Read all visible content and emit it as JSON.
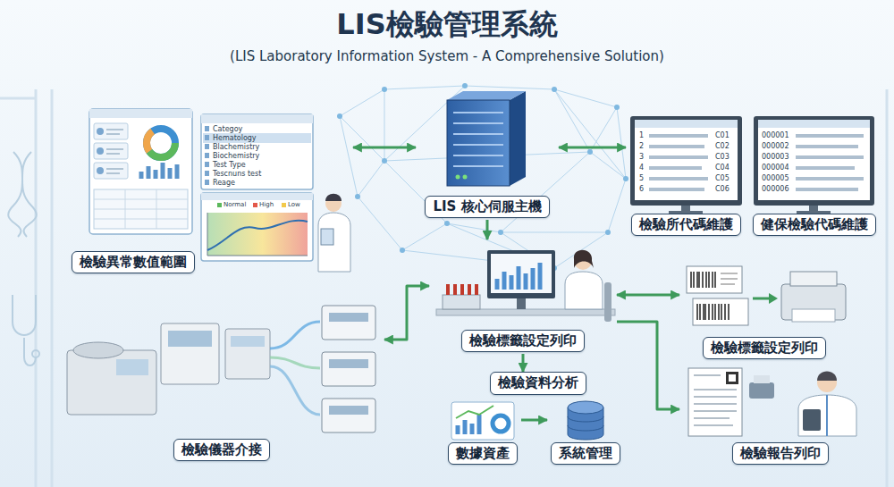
{
  "diagram": {
    "title": "LIS檢驗管理系統",
    "caption": "(LIS Laboratory Information System - A Comprehensive Solution)",
    "nodes": [
      {
        "text": [
          "檢驗異常數值範圍"
        ]
      },
      {
        "text": [
          "LIS 核心伺服主機"
        ]
      },
      {
        "text": [
          "檢驗所代碼維護"
        ]
      },
      {
        "text": [
          "健保檢驗代碼維護"
        ]
      },
      {
        "text": [
          "檢驗標籤設定列印"
        ]
      },
      {
        "text": [
          "檢驗標籤設定列印"
        ]
      },
      {
        "text": [
          "檢驗資料分析"
        ]
      },
      {
        "text": [
          "數據資產"
        ]
      },
      {
        "text": [
          "系統管理"
        ]
      },
      {
        "text": [
          "檢驗儀器介接"
        ]
      },
      {
        "text": [
          "檢驗報告列印"
        ]
      }
    ],
    "edges": [
      {
        "from": 0,
        "to": 1,
        "arrow": "both"
      },
      {
        "from": 1,
        "to": 2,
        "arrow": "both"
      },
      {
        "from": 1,
        "to": 4,
        "arrow": "to"
      },
      {
        "from": 9,
        "to": 4,
        "arrow": "both"
      },
      {
        "from": 4,
        "to": 5,
        "arrow": "both"
      },
      {
        "from": 4,
        "to": 6,
        "arrow": "to"
      },
      {
        "from": 7,
        "to": 8,
        "arrow": "to"
      },
      {
        "from": 4,
        "to": 10,
        "arrow": "to"
      }
    ],
    "labels": [
      "Categoy",
      "Hematology",
      "Blachemistry",
      "Biochemistry",
      "Test Type",
      "Tescnuns test",
      "Reage",
      "Normal",
      "High",
      "Low",
      "1",
      "2",
      "3",
      "4",
      "5",
      "6",
      "C01",
      "C02",
      "C03",
      "C04",
      "C05",
      "C06",
      "000001",
      "000002",
      "000003",
      "000004",
      "000005",
      "000006"
    ]
  }
}
